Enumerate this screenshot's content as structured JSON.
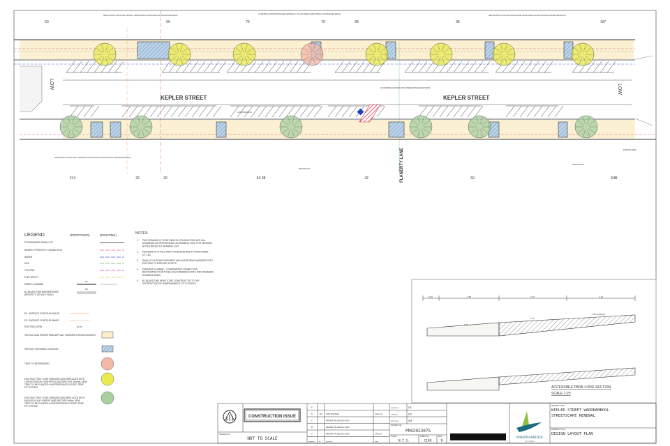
{
  "plan": {
    "street_name": "KEPLER STREET",
    "lane_name": "FLANERTY LANE",
    "low_label": "LOW",
    "north_numbers": [
      "53",
      "69",
      "75",
      "79",
      "89",
      "95",
      "107"
    ],
    "south_numbers": [
      "214",
      "26",
      "30",
      "34-38",
      "42",
      "50",
      "54B"
    ],
    "annotations": {
      "reconstruct_asphalt": "RECONSTRUCT EXISTING ASPHALT CROSSOVER AS PER VEHICLE CROSSOVER DETAIL",
      "construct_new": "CONSTRUCT NEW CROSSOVER CENTRALLY TO CAR PARK AS PER VEHICLE CROSSOVER DETAIL",
      "reconstruct_bluestone": "RECONSTRUCT EXISTING BLUESTONE CROSSOVER AS PER VEHICLE CROSSOVER DETAIL",
      "reconstruct_concrete": "RECONSTRUCT EXISTING CONCRETE CROSSOVER AS PER VEHICLE CROSSOVER DETAIL",
      "accessible": "ACCESSIBLE CAR PARK AND SHARED ZONE REFER DETAIL",
      "existing_pit": "EXISTING PIT",
      "existing_bin": "EXISTING BIN",
      "existing_seat": "EXISTING SEAT",
      "outstand_bays": "OUTSTAND BAYS"
    }
  },
  "legend": {
    "title": "LEGEND",
    "proposed": "(PROPOSED)",
    "existing": "(EXISTING)",
    "items": [
      {
        "label": "STORMWATER DRAIN / PIT",
        "color": "#777777"
      },
      {
        "label": "SEWER / PROPERTY CONNECTION",
        "color": "#e0608a"
      },
      {
        "label": "WATER",
        "color": "#4a5ad0"
      },
      {
        "label": "GAS",
        "color": "#6ab06a"
      },
      {
        "label": "TELSTRA",
        "color": "#d040c0"
      },
      {
        "label": "ELECTRICITY",
        "color": "#e8c870"
      },
      {
        "label": "KERB & CHANNEL",
        "code": "B1"
      },
      {
        "label": "B2 BLUESTONE BARRIER KERB (REFER TO DETAILS PAGE)",
        "code": "B2"
      },
      {
        "label": "EX. SURFACE CONTOUR MAJOR",
        "color": "#f0b080"
      },
      {
        "label": "EX. SURFACE CONTOUR MINOR",
        "color": "#f5c8a8"
      },
      {
        "label": "EXISTING LEVEL",
        "value": "20.35"
      },
      {
        "label": "VEHICLE AND PEDESTRIAN ASPHALT PAVEMENT REINSTATEMENT",
        "color": "#fbeec8"
      },
      {
        "label": "VEHICLE CROSSING LOCATION",
        "color": "#bcd4ea"
      },
      {
        "label": "TREE TO BE REMOVED",
        "color": "#f4b8a8"
      },
      {
        "label": "EXISTING TREE TO BE REMOVED AND REPLACED WITH LOPHOSTEMON CONFERTUS (MATURE SIZE 15m²m). NEW TREE TO BE PLANTED IN APPROPRIATELY SIZED TREE PIT SYSTEM",
        "color": "#eaea50"
      },
      {
        "label": "EXISTING TREE TO BE REMOVED AND REPLACED WITH MAGNOLIA 'KAY PARRIS' (MATURE SIZE 5d5m). NEW TREE TO BE PLANTED IN APPROPRIATELY SIZED TREE PIT SYSTEM",
        "color": "#a8d0a0"
      }
    ]
  },
  "notes": {
    "title": "NOTES:",
    "items": [
      {
        "n": "1.",
        "text": "THIS DRAWING IS TO BE READ IN CONJUNCTION WITH ALL DRAWINGS AS REFERENCED ON DRAWING C001. FOR GENERAL NOTES REFER TO DRAWING C001"
      },
      {
        "n": "2.",
        "text": "PAVEMENTS TO FALL AWAY FROM BUILDING AT A MIN GRADE OF 1:80."
      },
      {
        "n": "3.",
        "text": "SAWCUT EXISTING PAVEMENT AND BLEND NEW PAVEMENT INTO EXISTING TO EXISTING LEVELS."
      },
      {
        "n": "4.",
        "text": "KERB AND CHANNEL, STORMWATER CONNECTION RECONSTRUCTION TO BE IN ACCORDANCE WITH IDM STANDARD DRAWING SD505."
      },
      {
        "n": "5.",
        "text": "B2 BLUESTONE KERB TO BE CONSTRUCTED TO THE SATISFACTION OF WARRNAMBOOL CITY COUNCIL."
      }
    ]
  },
  "section": {
    "title": "ACCESSIBLE PARK LONG SECTION",
    "scale": "SCALE 1:20",
    "dims": [
      "0.30",
      "1.50",
      "1.16",
      "1.16"
    ],
    "grades": [
      "1:20",
      "1:33",
      "1:40 (existing)"
    ]
  },
  "title_block": {
    "stamp": "CONSTRUCTION ISSUE",
    "scale_label": "SCALE AT A1",
    "scale_text": "NOT TO SCALE",
    "revisions": [
      {
        "rev": "E",
        "by": "",
        "desc": "",
        "date": ""
      },
      {
        "rev": "D",
        "by": "DS",
        "desc": "FOR REVIEW",
        "date": "AUG 23"
      },
      {
        "rev": "C",
        "by": "",
        "desc": "REFER PR DESIGN SET",
        "date": ""
      },
      {
        "rev": "B",
        "by": "",
        "desc": "REFER PR DESIGN SET",
        "date": ""
      },
      {
        "rev": "A",
        "by": "",
        "desc": "REFER PR DESIGN SET",
        "date": "JAN 23"
      }
    ],
    "rev_headers": [
      "NUMBER",
      "BY",
      "REVISION",
      "DATE"
    ],
    "signoff": [
      {
        "role": "DESIGNED",
        "name": "DS"
      },
      {
        "role": "CHECKED",
        "name": "DS"
      },
      {
        "role": "APPROVED",
        "name": "AM"
      }
    ],
    "project_no_label": "PROJECT No.",
    "project_no": "PR02023075",
    "scale_label2": "SCALE",
    "scale": "N.T.S.",
    "sheet_label": "SHEET No.",
    "sheet": "C108",
    "rev_label": "REV",
    "rev": "0",
    "council": "WARRNAMBOOL",
    "council_sub": "CITY COUNCIL",
    "project_title_label": "PROJECT TITLE",
    "project_title_1": "KEPLER STREET WARRNAMBOOL",
    "project_title_2": "STREETSCAPE RENEWAL",
    "drawing_title_label": "DRAWING TITLE",
    "drawing_title": "DESIGN LAYOUT PLAN"
  }
}
